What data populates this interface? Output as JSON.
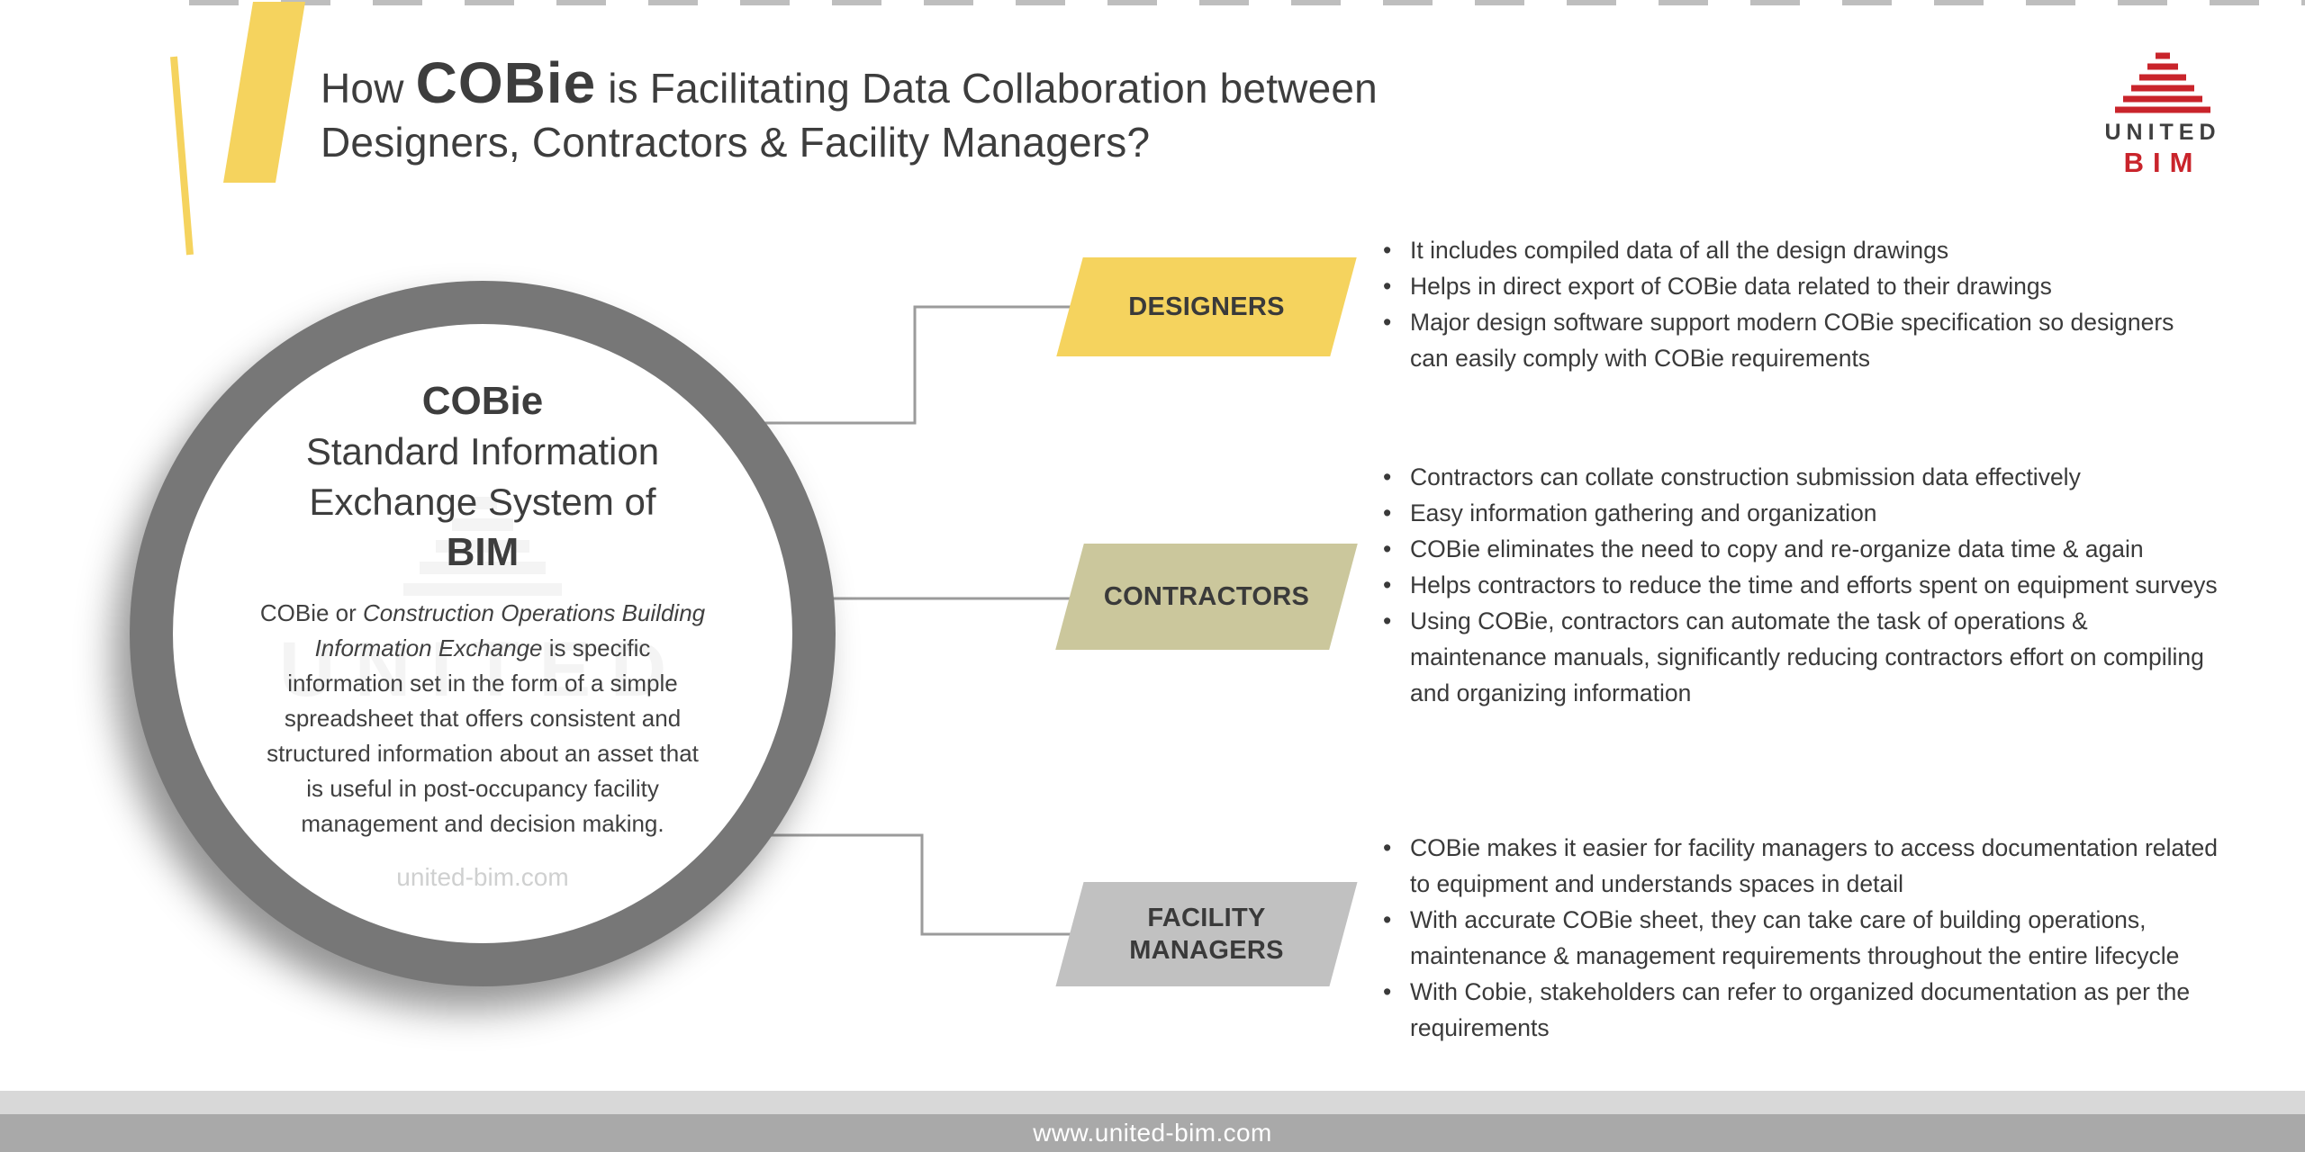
{
  "header": {
    "title_pre": "How",
    "title_highlight": "COBie",
    "title_post": "is Facilitating Data Collaboration between",
    "title_line2": "Designers, Contractors & Facility Managers?"
  },
  "logo": {
    "name": "UNITED",
    "brand": "BIM"
  },
  "circle": {
    "title": "COBie",
    "subtitle_line1": "Standard Information",
    "subtitle_line2": "Exchange System of",
    "subtitle_bold": "BIM",
    "desc_pre": "COBie or ",
    "desc_italic": "Construction Operations Building Information Exchange",
    "desc_post": " is specific information set in the form of a simple spreadsheet that offers consistent and structured information about an asset that is useful in post-occupancy facility management and decision making.",
    "watermark": "united-bim.com"
  },
  "groups": [
    {
      "label": "DESIGNERS",
      "color": "#F5D35E",
      "bullets": [
        "It includes compiled data of all the design drawings",
        "Helps in direct export of COBie data related to their drawings",
        "Major design software support modern COBie specification so designers can easily comply with COBie requirements"
      ]
    },
    {
      "label": "CONTRACTORS",
      "color": "#CBC79C",
      "bullets": [
        "Contractors can collate construction submission data effectively",
        "Easy information gathering and organization",
        "COBie eliminates the need to copy and re-organize data time & again",
        "Helps contractors to reduce the time and efforts spent on equipment surveys",
        "Using COBie, contractors can automate the task of operations & maintenance manuals, significantly reducing contractors effort on compiling and organizing information"
      ]
    },
    {
      "label": "FACILITY MANAGERS",
      "color": "#C1C1C1",
      "bullets": [
        "COBie makes it easier for facility managers to access documentation related to equipment and understands spaces in detail",
        "With accurate COBie sheet, they can take care of building operations, maintenance & management requirements throughout the entire lifecycle",
        "With Cobie, stakeholders can refer to organized documentation as per the requirements"
      ]
    }
  ],
  "footer": {
    "url": "www.united-bim.com",
    "bar_color": "#A9A9A9",
    "band_color": "#D8D8D8"
  },
  "colors": {
    "accent_yellow": "#F5D35E",
    "logo_red": "#C9242B",
    "circle_border": "#777777",
    "text": "#3B3B3B"
  }
}
